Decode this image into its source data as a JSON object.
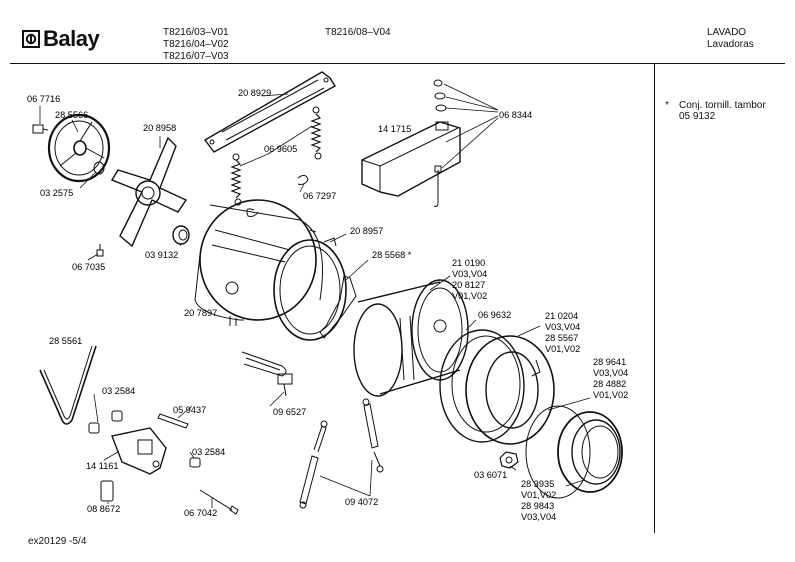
{
  "header": {
    "brand": "Balay",
    "models_col1": [
      "T8216/03–V01",
      "T8216/04–V02",
      "T8216/07–V03"
    ],
    "models_col2": "T8216/08–V04",
    "category": "LAVADO",
    "subcategory": "Lavadoras"
  },
  "note": {
    "bullet": "*",
    "text": "Conj. tornill. tambor",
    "code": "05 9132"
  },
  "footer": "ex20129 -5/4",
  "labels": [
    {
      "id": "l01",
      "text": "06 7716"
    },
    {
      "id": "l02",
      "text": "28 5566"
    },
    {
      "id": "l03",
      "text": "20 8958"
    },
    {
      "id": "l04",
      "text": "03 2575"
    },
    {
      "id": "l05",
      "text": "06 7035"
    },
    {
      "id": "l06",
      "text": "03 9132"
    },
    {
      "id": "l07",
      "text": "20 8929"
    },
    {
      "id": "l08",
      "text": "06 9605"
    },
    {
      "id": "l09",
      "text": "06 7297"
    },
    {
      "id": "l10",
      "text": "14 1715"
    },
    {
      "id": "l11",
      "text": "06 8344"
    },
    {
      "id": "l12",
      "text": "20 8957"
    },
    {
      "id": "l13",
      "text": "28 5568 *"
    },
    {
      "id": "l14",
      "text": "21 0190"
    },
    {
      "id": "l15",
      "text": "V03,V04"
    },
    {
      "id": "l16",
      "text": "20 8127"
    },
    {
      "id": "l17",
      "text": "V01,V02"
    },
    {
      "id": "l18",
      "text": "20 7897"
    },
    {
      "id": "l19",
      "text": "06 9632"
    },
    {
      "id": "l20",
      "text": "21 0204"
    },
    {
      "id": "l21",
      "text": "V03,V04"
    },
    {
      "id": "l22",
      "text": "28 5567"
    },
    {
      "id": "l23",
      "text": "V01,V02"
    },
    {
      "id": "l24",
      "text": "28 5561"
    },
    {
      "id": "l25",
      "text": "03 2584"
    },
    {
      "id": "l26",
      "text": "05 9437"
    },
    {
      "id": "l27",
      "text": "09 6527"
    },
    {
      "id": "l28",
      "text": "28 9641"
    },
    {
      "id": "l29",
      "text": "V03,V04"
    },
    {
      "id": "l30",
      "text": "28 4882"
    },
    {
      "id": "l31",
      "text": "V01,V02"
    },
    {
      "id": "l32",
      "text": "14 1161"
    },
    {
      "id": "l33",
      "text": "03 2584"
    },
    {
      "id": "l34",
      "text": "03 6071"
    },
    {
      "id": "l35",
      "text": "28 3935"
    },
    {
      "id": "l36",
      "text": "V01,V02"
    },
    {
      "id": "l37",
      "text": "28 9843"
    },
    {
      "id": "l38",
      "text": "V03,V04"
    },
    {
      "id": "l39",
      "text": "08 8672"
    },
    {
      "id": "l40",
      "text": "06 7042"
    },
    {
      "id": "l41",
      "text": "09 4072"
    }
  ]
}
